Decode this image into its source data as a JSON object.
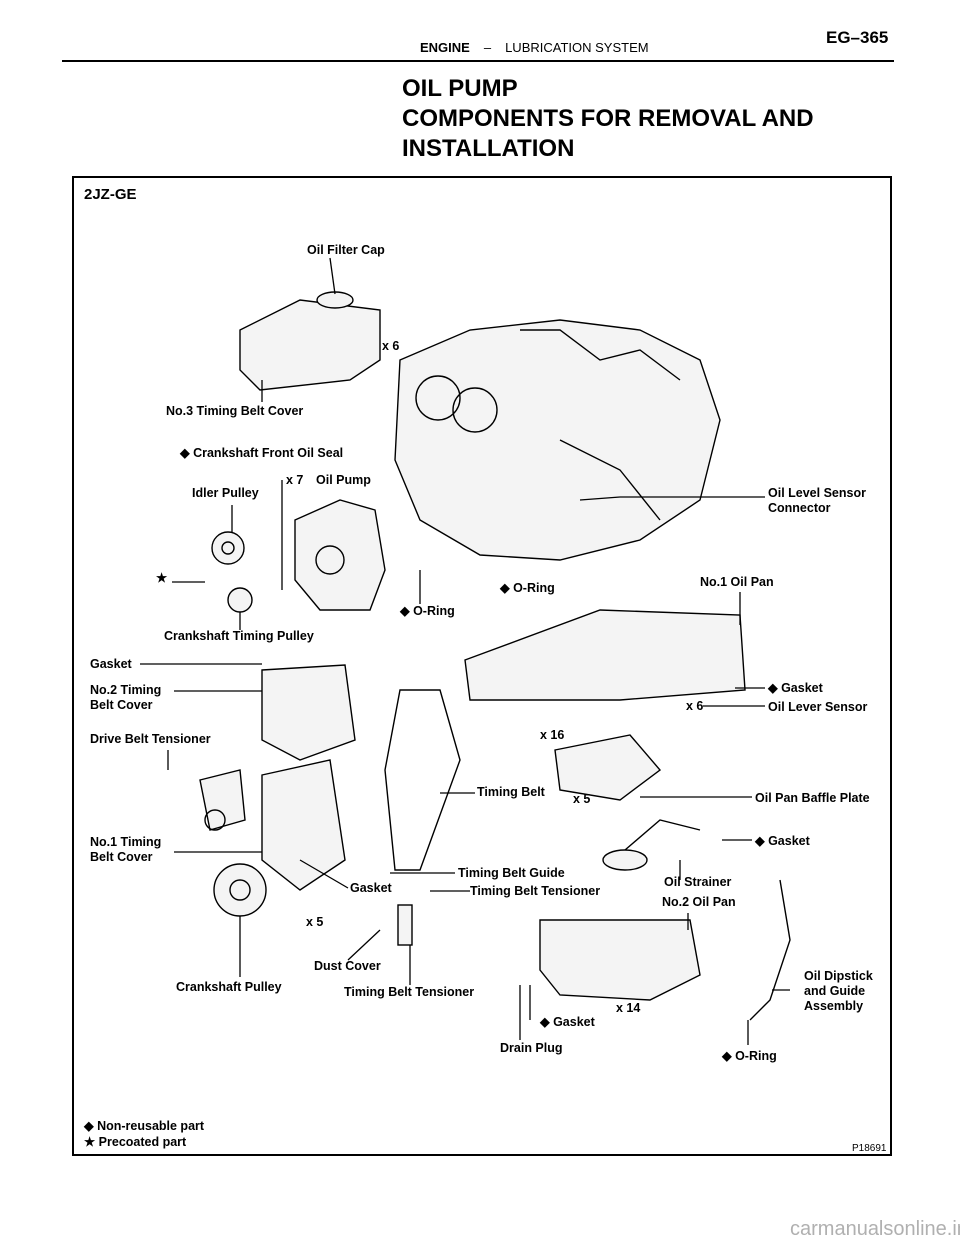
{
  "header": {
    "section": "ENGINE",
    "separator": "–",
    "subsection": "LUBRICATION SYSTEM",
    "page_number": "EG–365"
  },
  "title": {
    "line1": "OIL PUMP",
    "line2": "COMPONENTS FOR REMOVAL AND",
    "line3": "INSTALLATION"
  },
  "diagram": {
    "engine_model": "2JZ-GE",
    "labels": {
      "oil_filter_cap": "Oil Filter Cap",
      "x6_top": "x 6",
      "no3_timing_belt_cover": "No.3 Timing Belt Cover",
      "crankshaft_front_oil_seal": "◆ Crankshaft Front Oil Seal",
      "x7": "x 7",
      "oil_pump": "Oil Pump",
      "idler_pulley": "Idler Pulley",
      "oil_level_sensor_connector_1": "Oil Level Sensor",
      "oil_level_sensor_connector_2": "Connector",
      "star": "★",
      "o_ring_upper": "◆ O-Ring",
      "o_ring_left": "◆ O-Ring",
      "no1_oil_pan": "No.1 Oil Pan",
      "crankshaft_timing_pulley": "Crankshaft Timing Pulley",
      "gasket_top": "Gasket",
      "no2_timing_belt_cover_1": "No.2 Timing",
      "no2_timing_belt_cover_2": "Belt Cover",
      "gasket_right": "◆ Gasket",
      "x6_pan": "x 6",
      "oil_lever_sensor": "Oil Lever Sensor",
      "drive_belt_tensioner": "Drive Belt Tensioner",
      "x16": "x 16",
      "timing_belt": "Timing Belt",
      "x5_mid": "x 5",
      "oil_pan_baffle_plate": "Oil Pan Baffle Plate",
      "no1_timing_belt_cover_1": "No.1 Timing",
      "no1_timing_belt_cover_2": "Belt Cover",
      "gasket_strainer": "◆ Gasket",
      "timing_belt_guide": "Timing Belt Guide",
      "timing_belt_tensioner_upper": "Timing Belt Tensioner",
      "oil_strainer": "Oil Strainer",
      "gasket_mid": "Gasket",
      "no2_oil_pan": "No.2 Oil Pan",
      "x5_low": "x 5",
      "dust_cover": "Dust Cover",
      "crankshaft_pulley": "Crankshaft Pulley",
      "timing_belt_tensioner_lower": "Timing Belt Tensioner",
      "oil_dipstick_1": "Oil Dipstick",
      "oil_dipstick_2": "and Guide",
      "oil_dipstick_3": "Assembly",
      "x14": "x 14",
      "gasket_drain": "◆ Gasket",
      "drain_plug": "Drain Plug",
      "o_ring_dipstick": "◆ O-Ring"
    },
    "legend": {
      "non_reusable": "◆ Non-reusable part",
      "precoated": "★ Precoated part"
    },
    "figure_code": "P18691"
  },
  "watermark": "carmanualsonline.info"
}
